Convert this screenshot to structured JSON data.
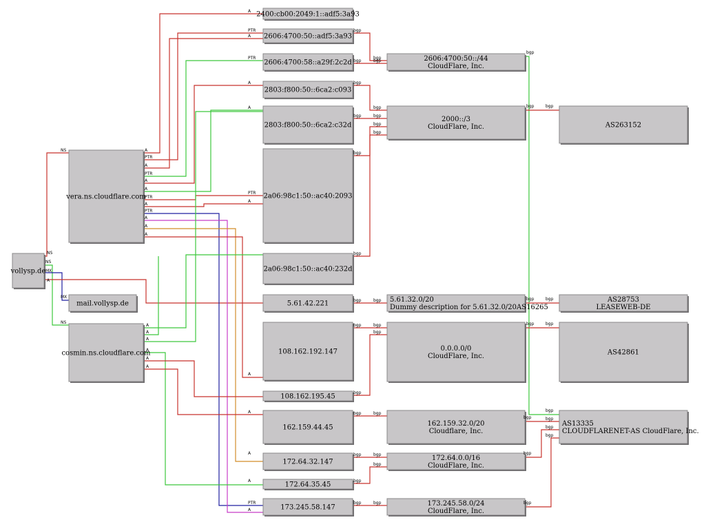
{
  "colors": {
    "red": "#c8322c",
    "green": "#3cc83c",
    "blue": "#1e1ea0",
    "orange": "#d28c28",
    "magenta": "#c83cc8",
    "node_fill": "#c8c6c8"
  },
  "nodes": {
    "domain": [
      "vollysp.de"
    ],
    "mail": [
      "mail.vollysp.de"
    ],
    "ns_vera": [
      "vera.ns.cloudflare.com"
    ],
    "ns_cosmin": [
      "cosmin.ns.cloudflare.com"
    ],
    "ip_2400": [
      "2400:cb00:2049:1::adf5:3a93"
    ],
    "ip_2606_a": [
      "2606:4700:50::adf5:3a93"
    ],
    "ip_2606_b": [
      "2606:4700:58::a29f:2c2d"
    ],
    "ip_2803_a": [
      "2803:f800:50::6ca2:c093"
    ],
    "ip_2803_b": [
      "2803:f800:50::6ca2:c32d"
    ],
    "ip_2a06_a": [
      "2a06:98c1:50::ac40:2093"
    ],
    "ip_2a06_b": [
      "2a06:98c1:50::ac40:232d"
    ],
    "ip_5_61": [
      "5.61.42.221"
    ],
    "ip_108_192": [
      "108.162.192.147"
    ],
    "ip_108_195": [
      "108.162.195.45"
    ],
    "ip_162_159": [
      "162.159.44.45"
    ],
    "ip_172_32": [
      "172.64.32.147"
    ],
    "ip_172_35": [
      "172.64.35.45"
    ],
    "ip_173_245": [
      "173.245.58.147"
    ],
    "pfx_2606": [
      "2606:4700:50::/44",
      "CloudFlare, Inc."
    ],
    "pfx_2000": [
      "2000::/3",
      "CloudFlare, Inc."
    ],
    "pfx_5_61": [
      "5.61.32.0/20",
      "Dummy description for 5.61.32.0/20AS16265"
    ],
    "pfx_0": [
      "0.0.0.0/0",
      "CloudFlare, Inc."
    ],
    "pfx_162": [
      "162.159.32.0/20",
      "Cloudflare, Inc."
    ],
    "pfx_172": [
      "172.64.0.0/16",
      "CloudFlare, Inc."
    ],
    "pfx_173": [
      "173.245.58.0/24",
      "CloudFlare, Inc."
    ],
    "as_263152": [
      "AS263152"
    ],
    "as_28753": [
      "AS28753",
      "LEASEWEB-DE"
    ],
    "as_42861": [
      "AS42861"
    ],
    "as_13335": [
      "AS13335",
      "CLOUDFLARENET-AS CloudFlare, Inc."
    ]
  },
  "edge_labels": {
    "ns": "NS",
    "mx": "MX",
    "a": "A",
    "ptr": "PTR",
    "bgp": "bgp"
  }
}
